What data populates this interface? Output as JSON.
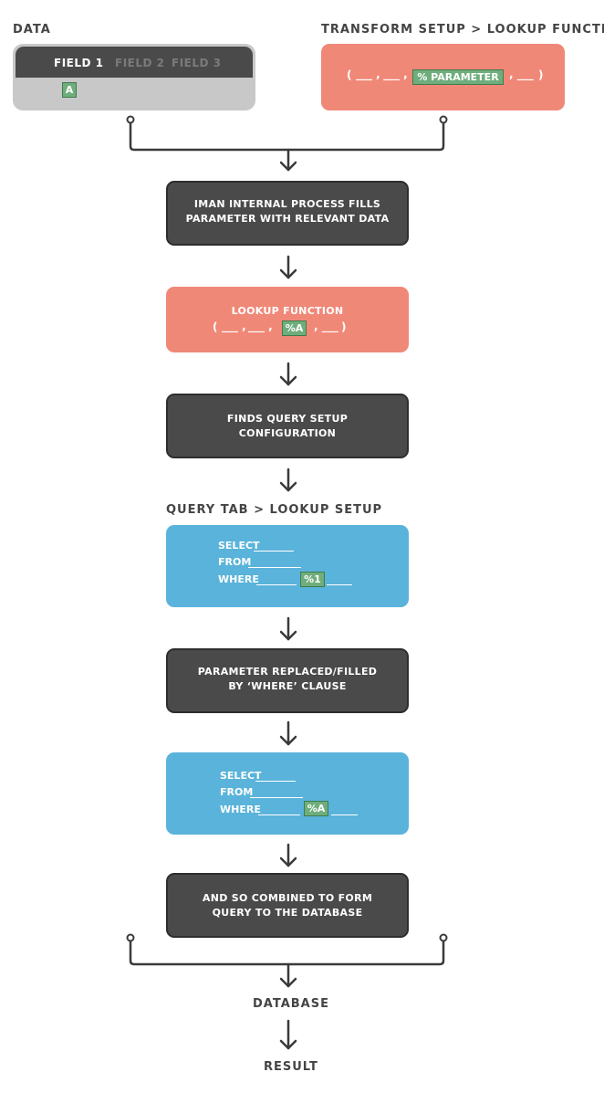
{
  "headings": {
    "data": "DATA",
    "transform": "TRANSFORM SETUP > LOOKUP FUNCTION",
    "query_tab": "QUERY TAB > LOOKUP SETUP",
    "database": "DATABASE",
    "result": "RESULT"
  },
  "data_panel": {
    "fields": [
      "FIELD 1",
      "FIELD 2",
      "FIELD 3"
    ],
    "value_tag": "A"
  },
  "transform_box": {
    "open_paren": "(",
    "blank1": "___ ,",
    "blank2": "___ ,",
    "param_tag": "% PARAMETER",
    "blank3": ", ___",
    "close_paren": ")"
  },
  "steps": {
    "internal_process": [
      "IMAN INTERNAL PROCESS FILLS",
      "PARAMETER WITH RELEVANT DATA"
    ],
    "lookup_function_title": "LOOKUP FUNCTION",
    "lookup_function": {
      "open_paren": "(",
      "blank1": "___ ,",
      "blank2": "___ ,",
      "tag": "%A",
      "blank3": ", ___",
      "close_paren": ")"
    },
    "finds_query": [
      "FINDS QUERY SETUP",
      "CONFIGURATION"
    ],
    "param_replaced": [
      "PARAMETER REPLACED/FILLED",
      "BY ‘WHERE’ CLAUSE"
    ],
    "combined": [
      "AND SO COMBINED TO FORM",
      "QUERY TO THE DATABASE"
    ]
  },
  "query_setup": {
    "select": "SELECT",
    "from": "FROM",
    "where": "WHERE",
    "tag": "%1"
  },
  "query_filled": {
    "select": "SELECT",
    "from": "FROM",
    "where": "WHERE",
    "tag": "%A"
  },
  "colors": {
    "dark_box": "#4a4a4a",
    "salmon": "#f08878",
    "blue": "#5ab3da",
    "tag_green": "#6fae7c",
    "connector": "#3a3a3a",
    "heading": "#444444"
  }
}
